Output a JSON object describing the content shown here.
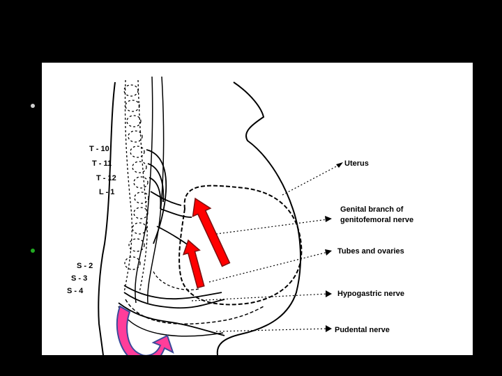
{
  "slide": {
    "background": "#000000",
    "bullets": [
      {
        "color": "#cfcfcf"
      },
      {
        "color": "#22aa22"
      }
    ]
  },
  "diagram": {
    "spine_levels_upper": [
      "T - 10",
      "T - 11",
      "T - 12",
      "L - 1"
    ],
    "spine_levels_lower": [
      "S - 2",
      "S - 3",
      "S - 4"
    ],
    "labels": {
      "uterus": "Uterus",
      "genital_branch_line1": "Genital branch of",
      "genital_branch_line2": "genitofemoral nerve",
      "tubes_ovaries": "Tubes and ovaries",
      "hypogastric": "Hypogastric nerve",
      "pudental": "Pudental nerve"
    },
    "arrows": {
      "upward_pain_arrows": {
        "color": "#ff0000",
        "outline": "#7a1010",
        "count": 2
      },
      "pudendal_loop_arrow": {
        "color": "#ff3d9a",
        "outline": "#3a4a9a"
      }
    }
  }
}
